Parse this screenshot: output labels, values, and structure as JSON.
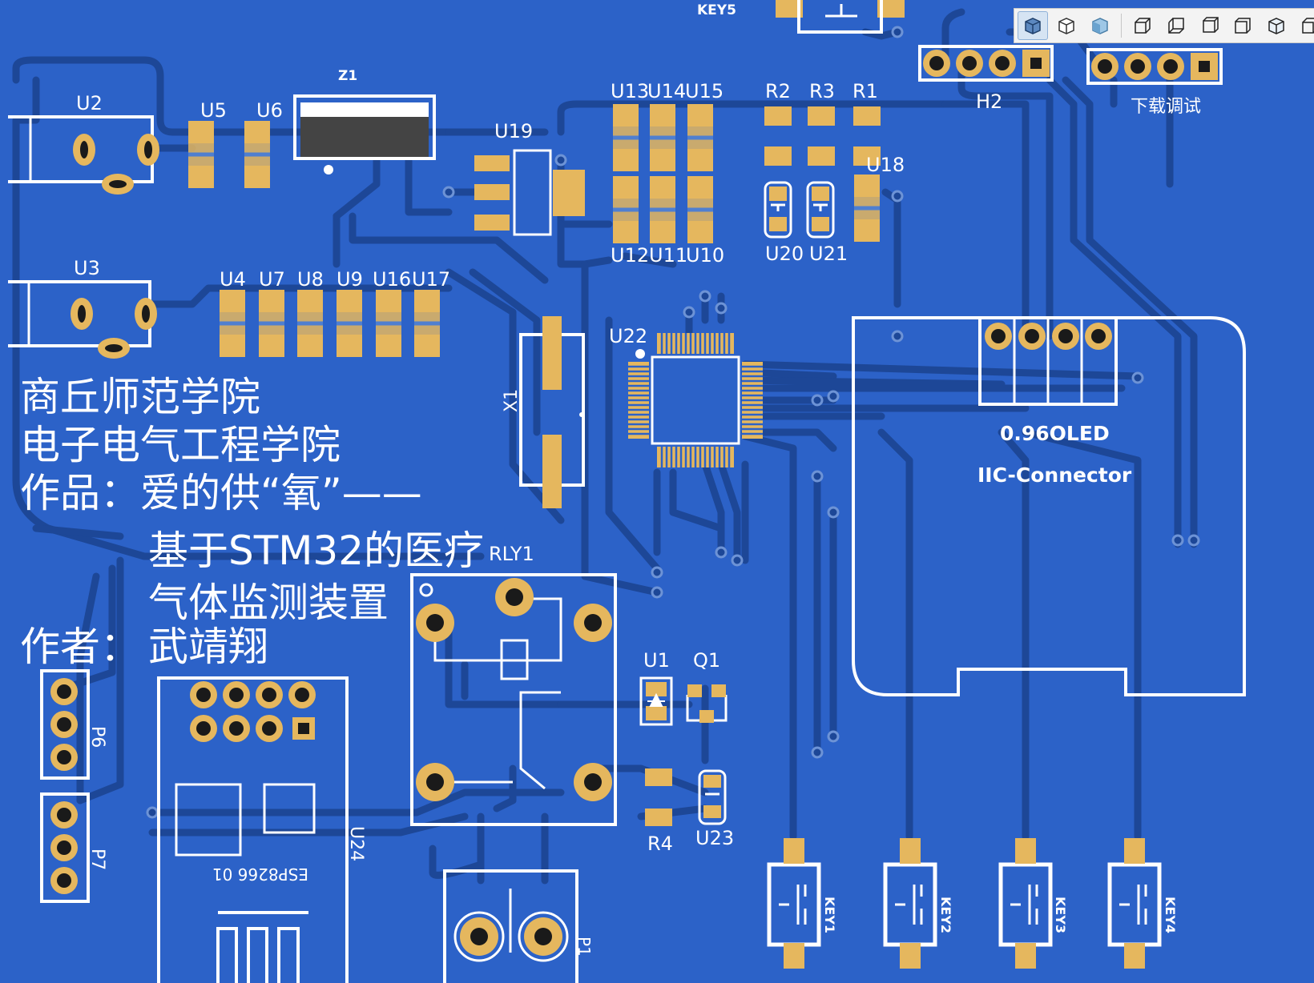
{
  "board": {
    "colors": {
      "substrate": "#2c62c8",
      "trace": "#1d4797",
      "pad": "#e5b75e",
      "silk": "#ffffff",
      "window": "#f3f3f3"
    },
    "designators": {
      "key5": "KEY5",
      "u2": "U2",
      "u5": "U5",
      "u6": "U6",
      "z1": "Z1",
      "u19": "U19",
      "u13": "U13",
      "u14": "U14",
      "u15": "U15",
      "r2": "R2",
      "r3": "R3",
      "r1": "R1",
      "h2": "H2",
      "download_debug": "下载调试",
      "u18": "U18",
      "u3": "U3",
      "u12": "U12",
      "u11": "U11",
      "u10": "U10",
      "u20": "U20",
      "u21": "U21",
      "u4": "U4",
      "u7": "U7",
      "u8": "U8",
      "u9": "U9",
      "u16": "U16",
      "u17": "U17",
      "u22": "U22",
      "x1": "X1",
      "oled_label": "0.96OLED",
      "iic_label": "IIC-Connector",
      "rly1": "RLY1",
      "u1": "U1",
      "q1": "Q1",
      "p6": "P6",
      "p7": "P7",
      "u24": "U24",
      "esp_label": "ESP8266 01",
      "r4": "R4",
      "u23": "U23",
      "p1": "P1",
      "key1": "KEY1",
      "key2": "KEY2",
      "key3": "KEY3",
      "key4": "KEY4"
    },
    "info_text": {
      "line1": "商丘师范学院",
      "line2": "电子电气工程学院",
      "line3": "作品：爱的供“氧”——",
      "line4": "基于STM32的医疗",
      "line5": "气体监测装置",
      "line6": "作者：",
      "author": "武靖翔"
    }
  },
  "toolbar": {
    "buttons": [
      {
        "icon": "cube-solid-icon",
        "active": true
      },
      {
        "icon": "cube-outline-icon",
        "active": false
      },
      {
        "icon": "cube-shaded-icon",
        "active": false
      },
      {
        "icon": "wireframe-front-icon",
        "active": false
      },
      {
        "icon": "wireframe-back-icon",
        "active": false
      },
      {
        "icon": "wireframe-left-icon",
        "active": false
      },
      {
        "icon": "wireframe-right-icon",
        "active": false
      },
      {
        "icon": "wireframe-top-icon",
        "active": false
      },
      {
        "icon": "wireframe-bottom-icon",
        "active": false
      }
    ]
  }
}
